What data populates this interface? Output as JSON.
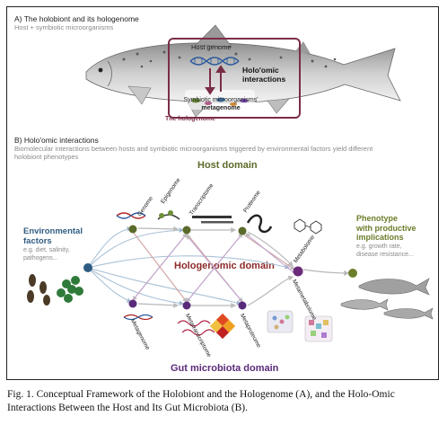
{
  "panel_a": {
    "title": "A) The holobiont and its hologenome",
    "subtitle": "Host + symbiotic microorganisms",
    "host_genome_label": "Host genome",
    "holomic_label_1": "Holo'omic",
    "holomic_label_2": "interactions",
    "metagenome_label_1": "Symbiotic microorganisms'",
    "metagenome_label_2": "metagenome",
    "hologenome_label": "The hologenome"
  },
  "panel_b": {
    "title": "B) Holo'omic interactions",
    "subtitle_1": "Biomolecular interactions between hosts and symbiotic microorganisms triggered by environmental factors yield different",
    "subtitle_2": "holobiont phenotypes",
    "host_domain": "Host domain",
    "hologenomic_domain": "Hologenomic domain",
    "gut_domain": "Gut microbiota domain",
    "env_title_1": "Environmental",
    "env_title_2": "factors",
    "env_sub_1": "e.g. diet, salinity,",
    "env_sub_2": "pathogens...",
    "pheno_title_1": "Phenotype",
    "pheno_title_2": "with productive",
    "pheno_title_3": "implications",
    "pheno_sub_1": "e.g. growth rate,",
    "pheno_sub_2": "disease resistance...",
    "omics": {
      "genome": "Genome",
      "epigenome": "Epigenome",
      "transcriptome": "Transcriptome",
      "proteome": "Proteome",
      "metabolome": "Metabolome",
      "metametabolome": "Metametabolome",
      "metagenome": "Metagenome",
      "metatranscriptome": "Metatranscriptome",
      "metaproteome": "Metaproteome"
    }
  },
  "colors": {
    "host_green": "#5a6a2a",
    "hologenomic_red": "#8e2a2a",
    "gut_purple": "#5a2a7a",
    "env_blue": "#2f5c82",
    "pheno_olive": "#6b7d2a",
    "hologenome_box": "#7a2d45"
  },
  "caption": "Fig. 1. Conceptual Framework of the Holobiont and the Hologenome (A), and the Holo-Omic Interactions Between the Host and Its Gut Microbiota (B)."
}
